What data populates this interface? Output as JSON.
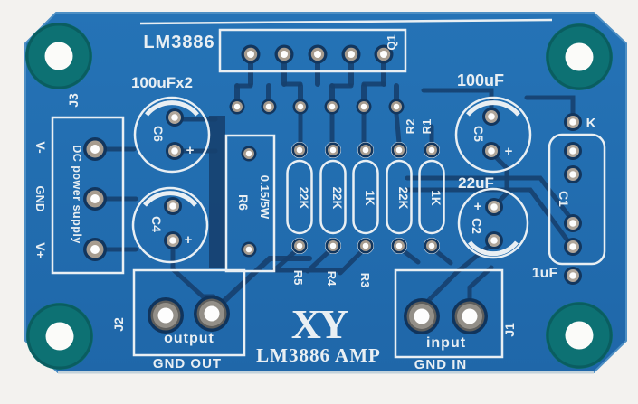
{
  "image": {
    "description": "Top view photo of a blue LM3886 mono amplifier printed circuit board with white silkscreen markings"
  },
  "board": {
    "silkscreen": {
      "ic_name": "LM3886",
      "cap_note": "100uFx2",
      "transistor_ref": "Q1",
      "k_marker": "K",
      "plus_mark": "+",
      "caps": {
        "c6": "C6",
        "c4": "C4",
        "c5": "C5",
        "c5_value": "100uF",
        "c2": "C2",
        "c2_value": "22uF",
        "c1": "C1",
        "c1_value": "1uF"
      },
      "resistors": {
        "r6": "R6",
        "r6_value": "0.15/5W",
        "r5": "R5",
        "r5_value": "22K",
        "r4": "R4",
        "r4_value": "22K",
        "r3": "R3",
        "r3_value": "1K",
        "r2": "R2",
        "r2_value": "22K",
        "r1": "R1",
        "r1_value": "1K"
      },
      "connectors": {
        "j3": "J3",
        "j3_desc": "DC power supply",
        "j3_pins": {
          "vminus": "V-",
          "gnd": "GND",
          "vplus": "V+"
        },
        "j2": "J2",
        "j2_label": "output",
        "j2_sub": "GND OUT",
        "j1": "J1",
        "j1_label": "input",
        "j1_sub": "GND IN"
      },
      "logo": "XY",
      "board_title": "LM3886 AMP"
    },
    "colors": {
      "solder_mask": "#2270b2",
      "copper_trace": "#16406f",
      "silkscreen": "#e9eff3",
      "mount_ring": "#0d7173",
      "background": "#f3f2ef"
    }
  }
}
